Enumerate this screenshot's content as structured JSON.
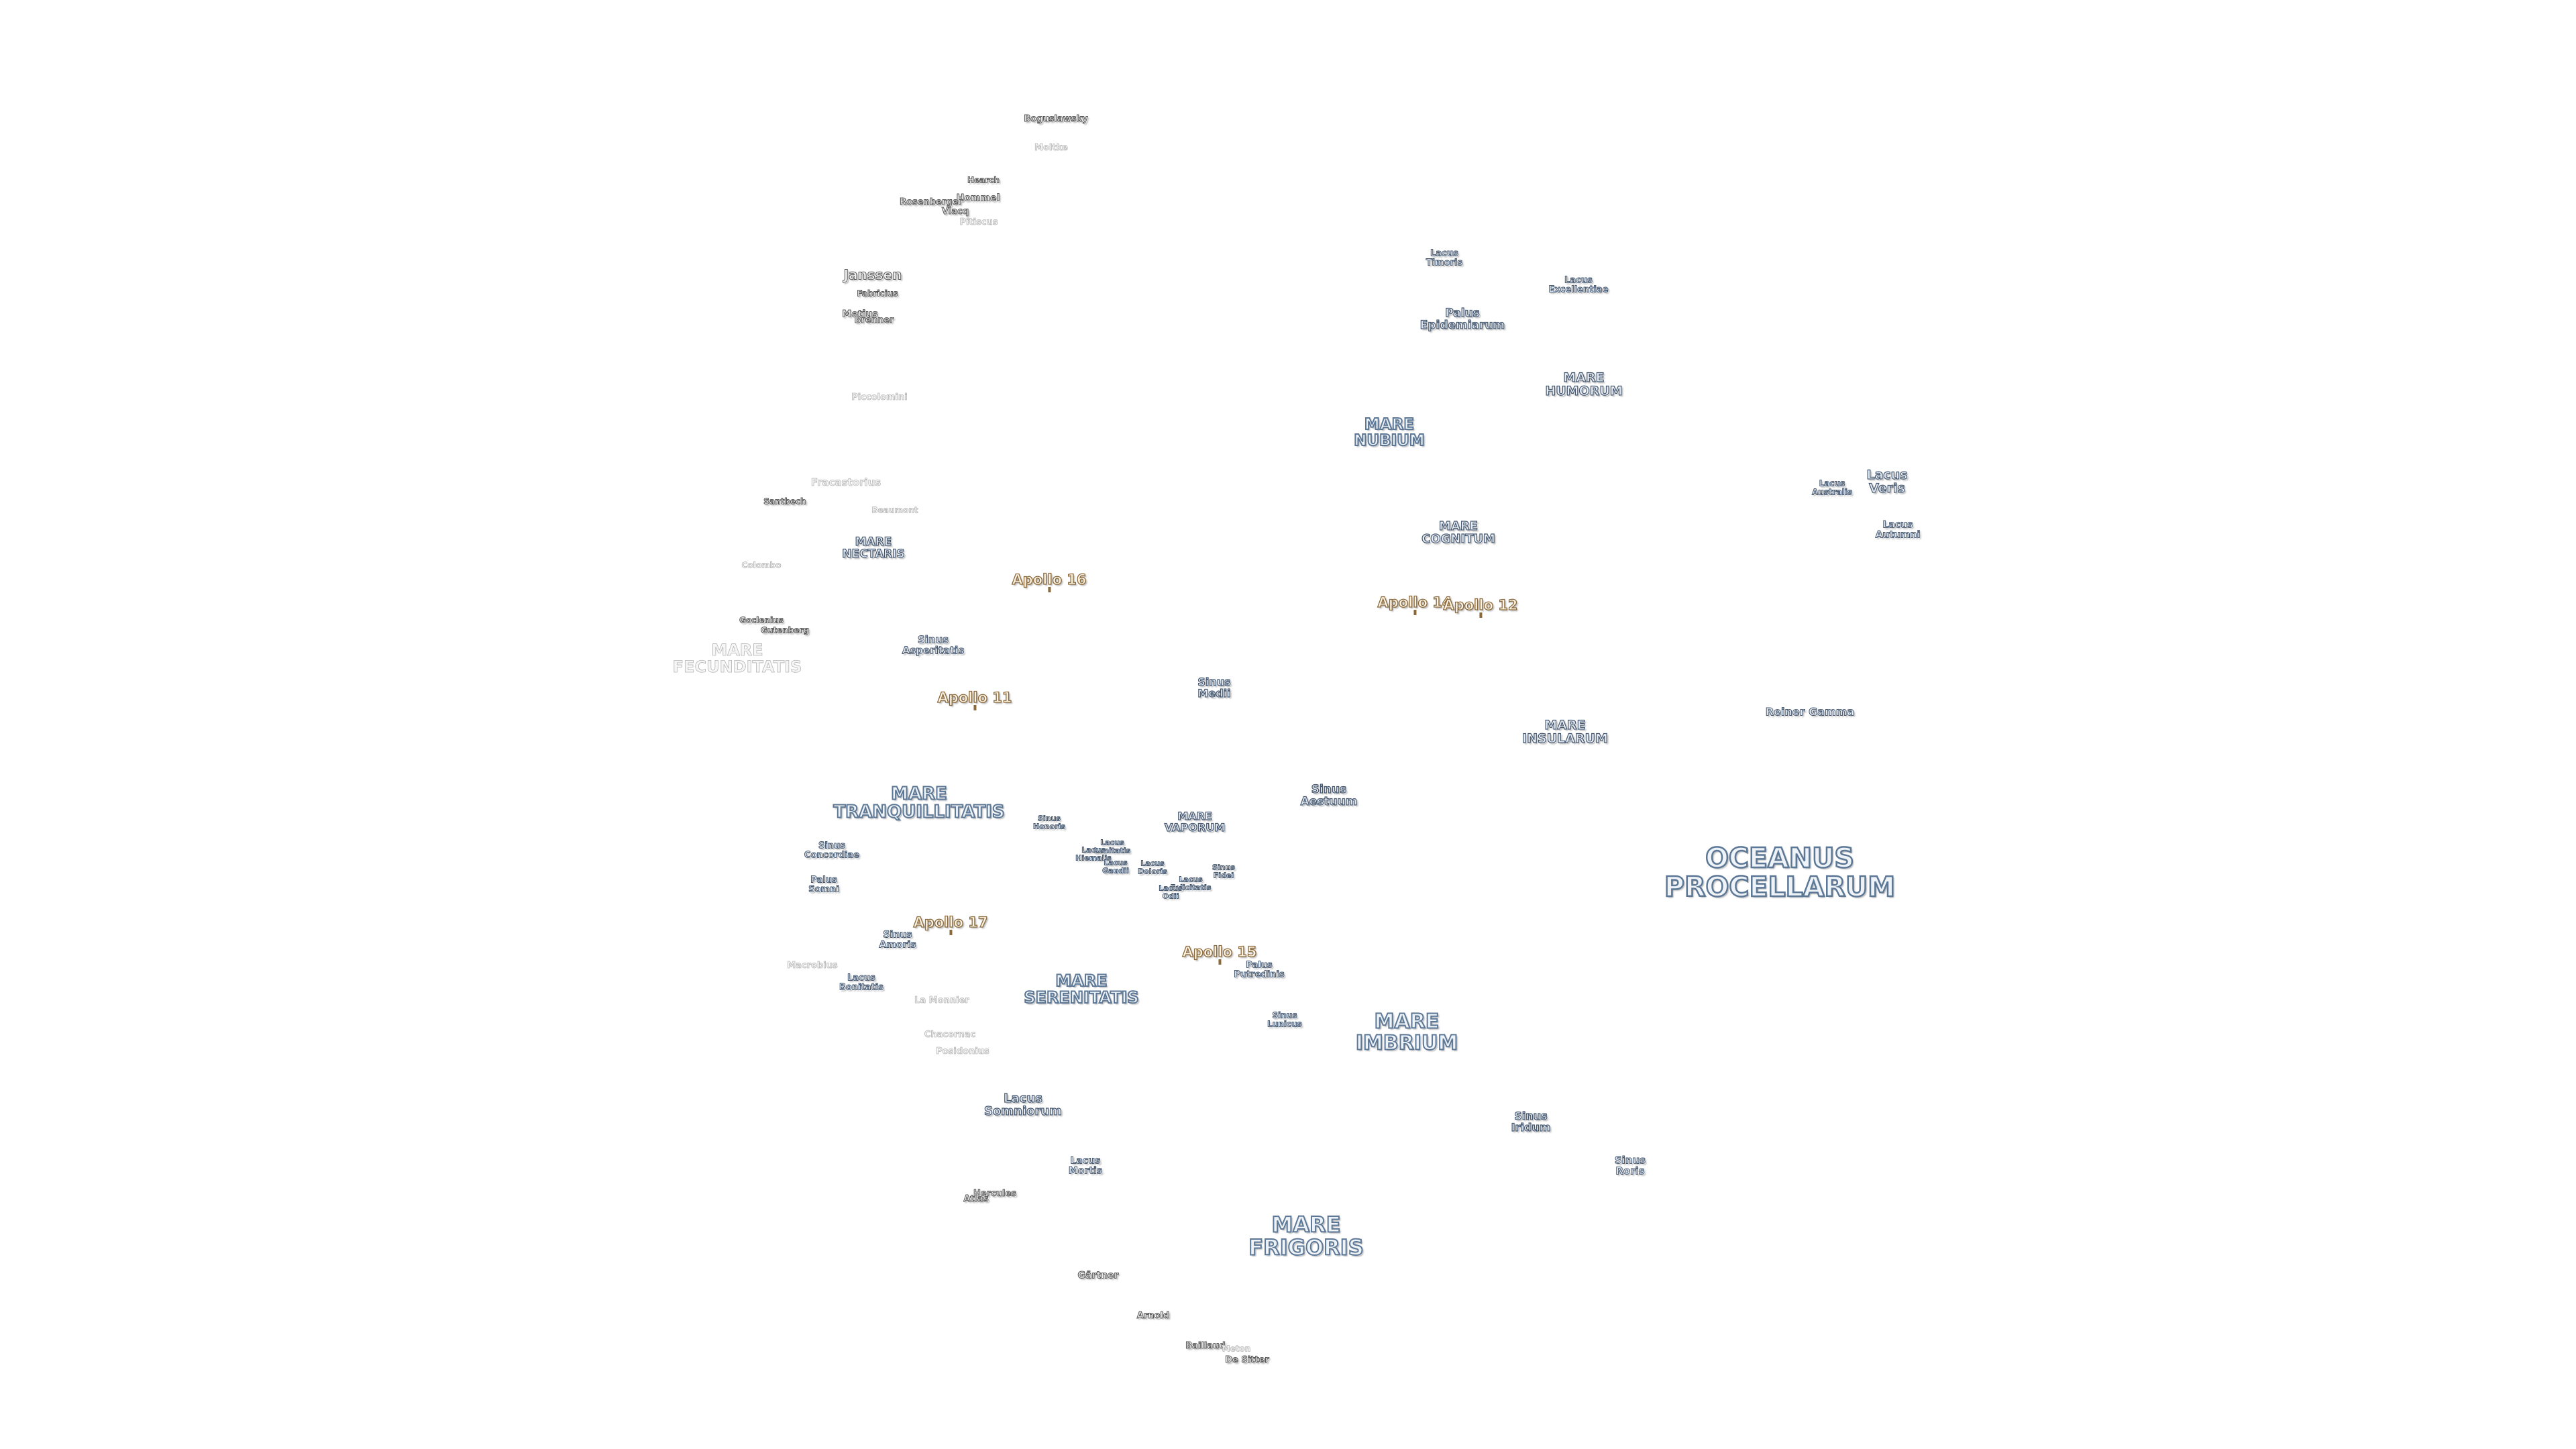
{
  "maria": {
    "oceanus_procellarum": "OCEANUS\nPROCELLARUM",
    "mare_frigoris": "MARE\nFRIGORIS",
    "mare_imbrium": "MARE\nIMBRIUM",
    "mare_tranquillitatis": "MARE\nTRANQUILLITATIS",
    "mare_serenitatis": "MARE\nSERENITATIS",
    "mare_nubium": "MARE\nNUBIUM",
    "mare_humorum": "MARE\nHUMORUM",
    "mare_cognitum": "MARE\nCOGNITUM",
    "mare_insularum": "MARE\nINSULARUM",
    "mare_nectaris": "MARE\nNECTARIS",
    "mare_vaporum": "MARE\nVAPORUM",
    "mare_fecunditatis": "MARE\nFECUNDITATIS"
  },
  "features": {
    "lacus_veris": "Lacus\nVeris",
    "lacus_autumni": "Lacus\nAutumni",
    "lacus_australis": "Lacus\nAustralis",
    "lacus_timoris": "Lacus\nTimoris",
    "lacus_excellentiae": "Lacus\nExcellentiae",
    "palus_epidemiarum": "Palus\nEpidemiarum",
    "reiner_gamma": "Reiner Gamma",
    "sinus_medii": "Sinus\nMedii",
    "sinus_aestuum": "Sinus\nAestuum",
    "sinus_asperitatis": "Sinus\nAsperitatis",
    "sinus_concordiae": "Sinus\nConcordiae",
    "palus_somni": "Palus\nSomni",
    "sinus_amoris": "Sinus\nAmoris",
    "lacus_bonitatis": "Lacus\nBonitatis",
    "sinus_honoris": "Sinus\nHonoris",
    "lacus_lenitatis": "Lacus\nLenitatis",
    "lacus_hiemalis": "Lacus\nHiemalis",
    "lacus_gaudii": "Lacus\nGaudii",
    "lacus_doloris": "Lacus\nDoloris",
    "sinus_fidei": "Sinus\nFidei",
    "lacus_felicitatis": "Lacus\nFelicitatis",
    "lacus_odii": "Lacus\nOdii",
    "palus_putredinis": "Palus\nPutredinis",
    "sinus_lunicus": "Sinus\nLunicus",
    "lacus_somniorum": "Lacus\nSomniorum",
    "lacus_mortis": "Lacus\nMortis",
    "sinus_iridum": "Sinus\nIridum",
    "sinus_roris": "Sinus\nRoris"
  },
  "apollo": {
    "a11": "Apollo 11",
    "a12": "Apollo 12",
    "a14": "Apollo 14",
    "a15": "Apollo 15",
    "a16": "Apollo 16",
    "a17": "Apollo 17"
  },
  "craters": {
    "boguslawsky": "Boguslawsky",
    "moltke_s": "Moltke",
    "hearth": "Hearch",
    "hommel": "Hommel",
    "rosenberger": "Rosenberger",
    "vlacq": "Vlacq",
    "pitiscus": "Pitiscus",
    "janssen": "Janssen",
    "fabricius": "Fabricius",
    "metius": "Metius",
    "brenner": "Brenner",
    "piccolomini": "Piccolomini",
    "fracastorius": "Fracastorius",
    "santbech": "Santbech",
    "beaumont": "Beaumont",
    "colombo": "Colombo",
    "goclenius": "Goclenius",
    "gutenberg": "Gutenberg",
    "macrobius": "Macrobius",
    "le_monnier": "La Monnier",
    "chacornac": "Chacornac",
    "posidonius": "Posidonius",
    "hercules": "Hercules",
    "atlas": "Atlas",
    "gartner": "Gärtner",
    "arnold": "Arnold",
    "bailleul": "Baillaud",
    "meton": "Meton",
    "de_sitter": "De Sitter"
  }
}
